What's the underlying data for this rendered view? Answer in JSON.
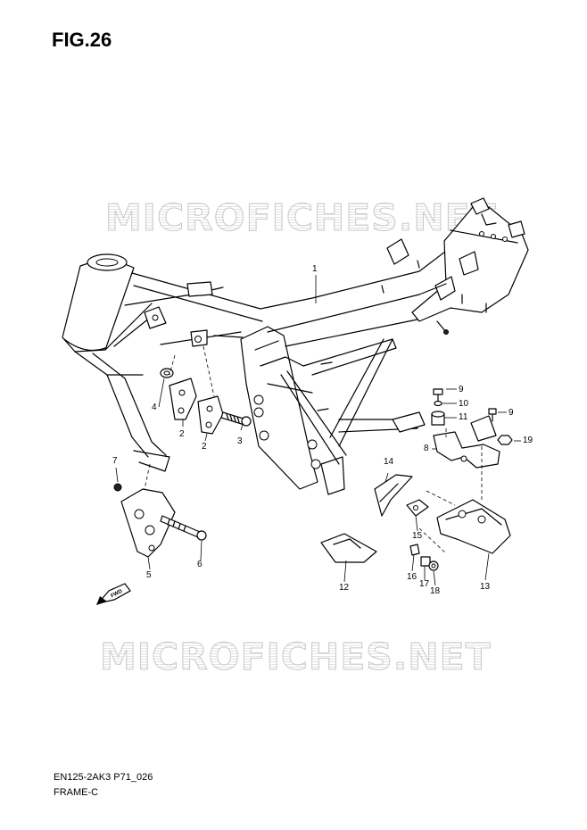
{
  "figure": {
    "title": "FIG.26"
  },
  "watermarks": [
    "MICROFICHES.NET",
    "MICROFICHES.NET"
  ],
  "footer": {
    "code": "EN125-2AK3 P71_026",
    "name": "FRAME-C"
  },
  "direction_badge": "FWD",
  "callouts": [
    "1",
    "2",
    "2",
    "3",
    "4",
    "5",
    "6",
    "7",
    "8",
    "9",
    "9",
    "10",
    "11",
    "12",
    "13",
    "14",
    "15",
    "16",
    "17",
    "18",
    "19"
  ]
}
